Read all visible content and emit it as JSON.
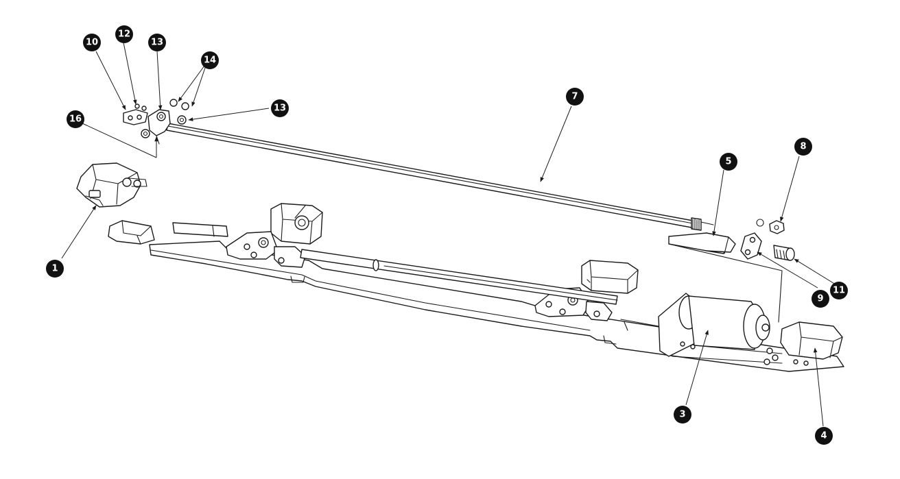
{
  "diagram": {
    "ink_color": "#1a1a1a",
    "background_color": "#ffffff",
    "callouts": [
      {
        "id": "c1",
        "label": "1"
      },
      {
        "id": "c3",
        "label": "3"
      },
      {
        "id": "c4",
        "label": "4"
      },
      {
        "id": "c5",
        "label": "5"
      },
      {
        "id": "c7",
        "label": "7"
      },
      {
        "id": "c8",
        "label": "8"
      },
      {
        "id": "c9",
        "label": "9"
      },
      {
        "id": "c10",
        "label": "10"
      },
      {
        "id": "c11",
        "label": "11"
      },
      {
        "id": "c12",
        "label": "12"
      },
      {
        "id": "c13a",
        "label": "13"
      },
      {
        "id": "c13b",
        "label": "13"
      },
      {
        "id": "c14",
        "label": "14"
      },
      {
        "id": "c16",
        "label": "16"
      }
    ]
  }
}
